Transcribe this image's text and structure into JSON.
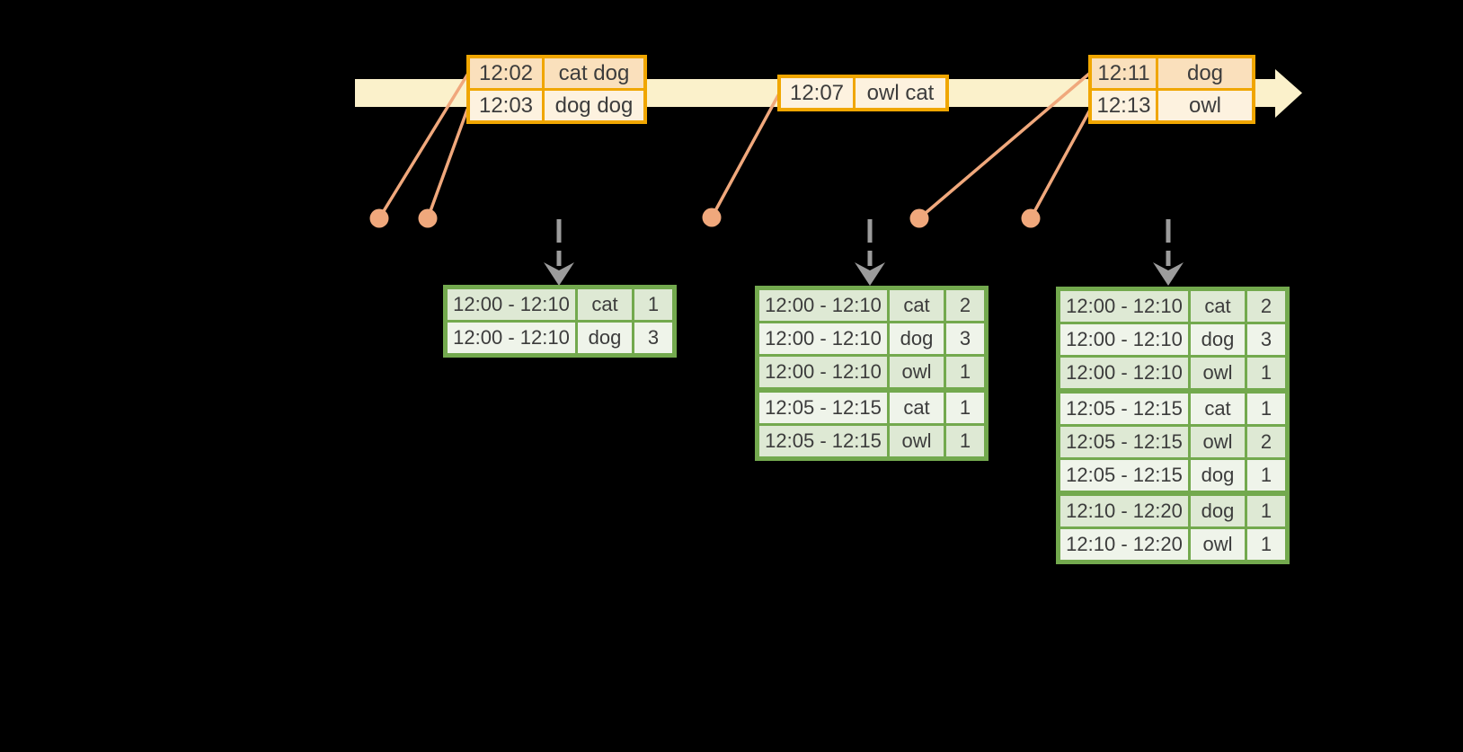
{
  "colors": {
    "background": "#000000",
    "timeline_fill": "#FBF1CB",
    "event_table_border": "#F0A600",
    "event_row_dark": "#FAE0BC",
    "event_row_light": "#FDF2DF",
    "connector_and_dots": "#F0A87C",
    "result_table_border": "#73A94E",
    "result_row_dark": "#DEE9D4",
    "result_row_light": "#EFF4EA",
    "trigger_arrow": "#9C9C9C",
    "text": "#3C3C3C"
  },
  "event_tables": [
    {
      "rows": [
        {
          "time": "12:02",
          "words": "cat dog"
        },
        {
          "time": "12:03",
          "words": "dog dog"
        }
      ]
    },
    {
      "rows": [
        {
          "time": "12:07",
          "words": "owl cat"
        }
      ]
    },
    {
      "rows": [
        {
          "time": "12:11",
          "words": "dog"
        },
        {
          "time": "12:13",
          "words": "owl"
        }
      ]
    }
  ],
  "result_tables": [
    {
      "rows": [
        {
          "window": "12:00 - 12:10",
          "word": "cat",
          "count": "1"
        },
        {
          "window": "12:00 - 12:10",
          "word": "dog",
          "count": "3"
        }
      ]
    },
    {
      "rows": [
        {
          "window": "12:00 - 12:10",
          "word": "cat",
          "count": "2"
        },
        {
          "window": "12:00 - 12:10",
          "word": "dog",
          "count": "3"
        },
        {
          "window": "12:00 - 12:10",
          "word": "owl",
          "count": "1"
        },
        {
          "window": "12:05 - 12:15",
          "word": "cat",
          "count": "1"
        },
        {
          "window": "12:05 - 12:15",
          "word": "owl",
          "count": "1"
        }
      ]
    },
    {
      "rows": [
        {
          "window": "12:00 - 12:10",
          "word": "cat",
          "count": "2"
        },
        {
          "window": "12:00 - 12:10",
          "word": "dog",
          "count": "3"
        },
        {
          "window": "12:00 - 12:10",
          "word": "owl",
          "count": "1"
        },
        {
          "window": "12:05 - 12:15",
          "word": "cat",
          "count": "1"
        },
        {
          "window": "12:05 - 12:15",
          "word": "owl",
          "count": "2"
        },
        {
          "window": "12:05 - 12:15",
          "word": "dog",
          "count": "1"
        },
        {
          "window": "12:10 - 12:20",
          "word": "dog",
          "count": "1"
        },
        {
          "window": "12:10 - 12:20",
          "word": "owl",
          "count": "1"
        }
      ]
    }
  ]
}
